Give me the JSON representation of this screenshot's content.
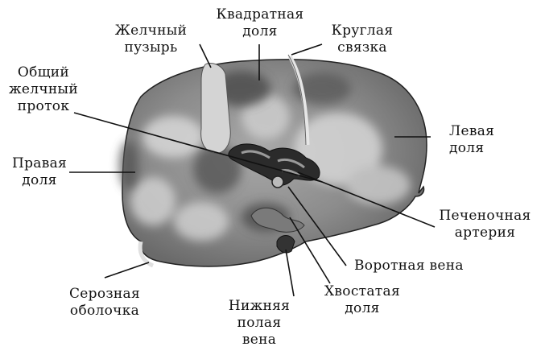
{
  "labels": {
    "quadrate_lobe": [
      "Квадратная",
      "доля"
    ],
    "gallbladder": [
      "Желчный",
      "пузырь"
    ],
    "round_ligament": [
      "Круглая",
      "связка"
    ],
    "common_bile_duct": [
      "Общий",
      "желчный",
      "проток"
    ],
    "left_lobe": [
      "Левая",
      "доля"
    ],
    "right_lobe": [
      "Правая",
      "доля"
    ],
    "hepatic_artery": [
      "Печеночная",
      "артерия"
    ],
    "portal_vein": [
      "Воротная вена"
    ],
    "serous_membrane": [
      "Серозная",
      "оболочка"
    ],
    "caudate_lobe": [
      "Хвостатая",
      "доля"
    ],
    "inferior_vena_cava": [
      "Нижняя",
      "полая",
      "вена"
    ]
  },
  "colors": {
    "organ_fill": "#8f8f8f",
    "organ_dark": "#3a3a3a",
    "organ_light": "#d4d4d4",
    "line": "#111111",
    "text": "#111111"
  }
}
